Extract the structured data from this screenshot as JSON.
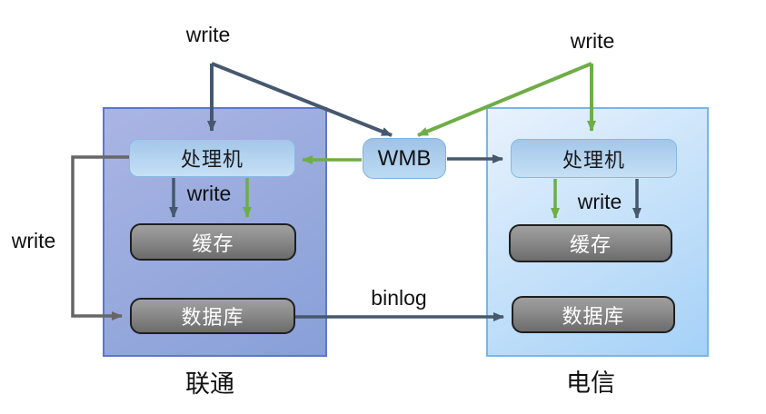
{
  "diagram": {
    "hub": {
      "label": "WMB"
    },
    "groups": {
      "unicom": {
        "label": "联通",
        "processor": "处理机",
        "cache": "缓存",
        "database": "数据库"
      },
      "telecom": {
        "label": "电信",
        "processor": "处理机",
        "cache": "缓存",
        "database": "数据库"
      }
    },
    "edges": {
      "write_top_left": "write",
      "write_top_right": "write",
      "write_unicom_cache": "write",
      "write_telecom_cache": "write",
      "write_unicom_db": "write",
      "binlog": "binlog"
    },
    "colors": {
      "dark_arrow": "#46586e",
      "green_arrow": "#6fad47",
      "gray_arrow": "#666666",
      "unicom_box_fill": "#97a8dd",
      "unicom_box_border": "#5b79c8",
      "telecom_box_fill": "#c6e2f9",
      "telecom_box_border": "#77b6ea",
      "node_blue_fill": "#b4d3ee",
      "node_gray_fill": "#808080"
    }
  }
}
